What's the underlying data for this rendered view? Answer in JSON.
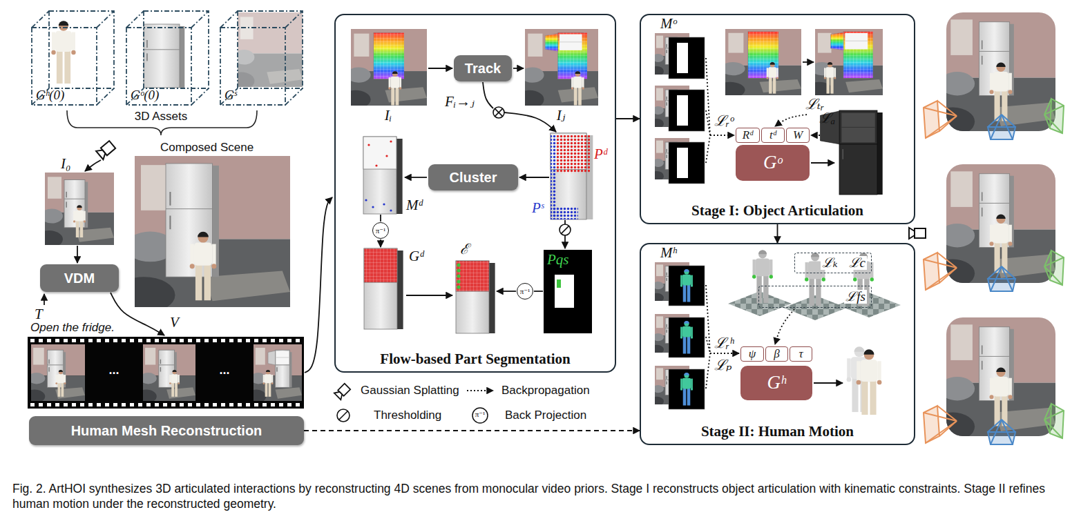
{
  "diagram": {
    "caption": "Fig. 2. ArtHOI synthesizes 3D articulated interactions by reconstructing 4D scenes from monocular video priors. Stage I reconstructs object articulation with kinematic constraints. Stage II refines human motion under the reconstructed geometry.",
    "nodes": [
      {
        "text": [
          "Gʰ(0)"
        ]
      },
      {
        "text": [
          "Gᵒ(0)"
        ]
      },
      {
        "text": [
          "Gˢ"
        ]
      },
      {
        "text": [
          "VDM"
        ]
      },
      {
        "text": [
          "Human Mesh Reconstruction"
        ]
      },
      {
        "text": [
          "Flow-based Part Segmentation"
        ]
      },
      {
        "text": [
          "Track"
        ],
        "in": 5
      },
      {
        "text": [
          "Cluster"
        ],
        "in": 5
      },
      {
        "text": [
          "π⁻¹"
        ],
        "in": 5
      },
      {
        "text": [
          "π⁻¹"
        ],
        "in": 5
      },
      {
        "text": [
          "Stage I: Object Articulation"
        ]
      },
      {
        "text": [
          "Rᵈ"
        ],
        "in": 10
      },
      {
        "text": [
          "tᵈ"
        ],
        "in": 10
      },
      {
        "text": [
          "W"
        ],
        "in": 10
      },
      {
        "text": [
          "Gᵒ"
        ],
        "in": 10
      },
      {
        "text": [
          "Stage II: Human Motion"
        ]
      },
      {
        "text": [
          "ℒₖ",
          "ℒc"
        ],
        "in": 15
      },
      {
        "text": [
          "ℒfs"
        ],
        "in": 15
      },
      {
        "text": [
          "ψ"
        ],
        "in": 15
      },
      {
        "text": [
          "β"
        ],
        "in": 15
      },
      {
        "text": [
          "τ"
        ],
        "in": 15
      },
      {
        "text": [
          "Gʰ"
        ],
        "in": 15
      }
    ],
    "edges": [
      {
        "from": 5,
        "to": 10,
        "arrow": "to"
      },
      {
        "from": 10,
        "to": 15,
        "arrow": "to"
      },
      {
        "from": 4,
        "to": 15,
        "arrow": "to"
      }
    ],
    "labels": [
      "3D Assets",
      "Composed Scene",
      "I₀",
      "T",
      "Open the fridge.",
      "V",
      "...",
      "...",
      "Iᵢ",
      "Iⱼ",
      "Fᵢ→ⱼ",
      "Mᵈ",
      "Pᵈ",
      "Pˢ",
      "Gᵈ",
      "ℰ",
      "Pqs",
      "π⁻¹",
      "Mᵒ",
      "ℒₜᵣ",
      "ℒᵣᵒ",
      "ℒₐ",
      "Mʰ",
      "ℒᵣʰ",
      "ℒₚ"
    ],
    "legend": [
      {
        "text": "Gaussian Splatting"
      },
      {
        "text": "Backpropagation"
      },
      {
        "text": "Thresholding"
      },
      {
        "text": "Back Projection"
      }
    ]
  }
}
